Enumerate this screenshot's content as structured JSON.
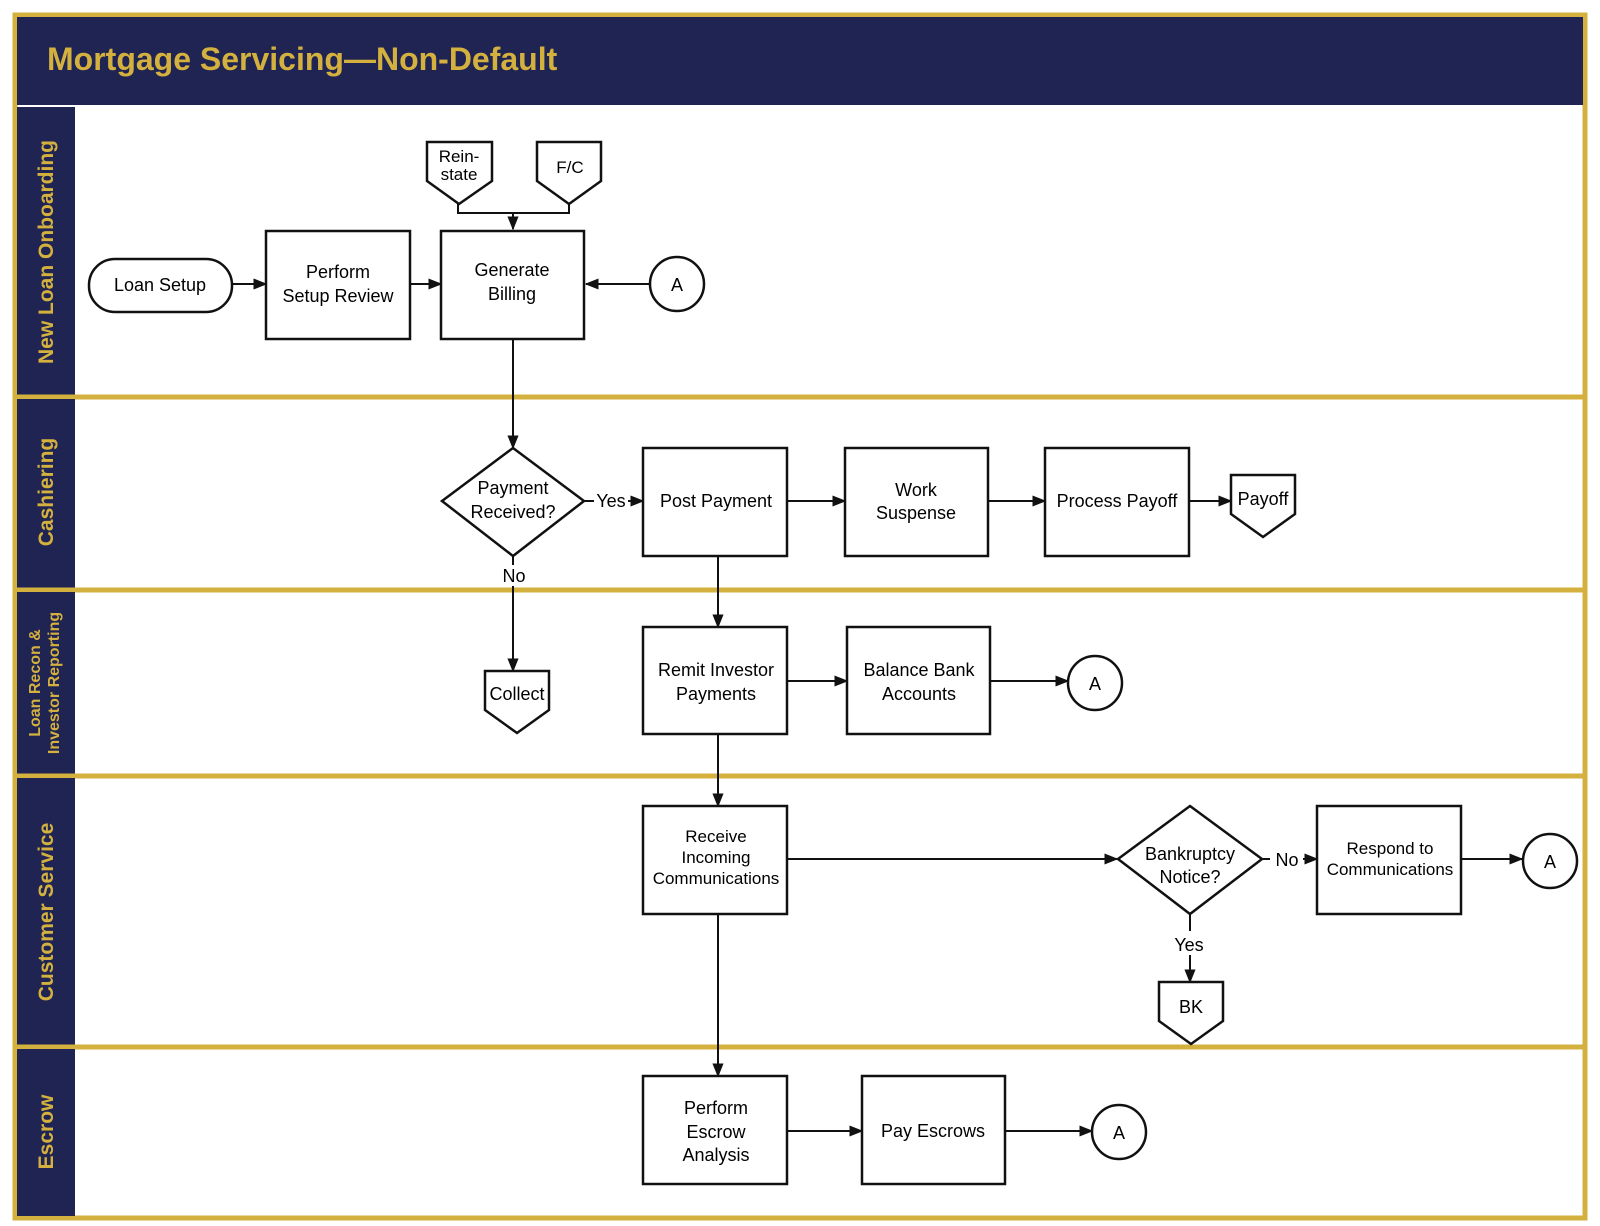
{
  "title": "Mortgage Servicing—Non-Default",
  "colors": {
    "navy": "#1f2452",
    "gold": "#d4b13f",
    "stroke": "#111111"
  },
  "lanes": [
    {
      "id": "onboarding",
      "label": "New Loan Onboarding"
    },
    {
      "id": "cashiering",
      "label": "Cashiering"
    },
    {
      "id": "recon",
      "label_line1": "Loan Recon &",
      "label_line2": "Investor Reporting"
    },
    {
      "id": "service",
      "label": "Customer Service"
    },
    {
      "id": "escrow",
      "label": "Escrow"
    }
  ],
  "nodes": {
    "loan_setup": {
      "lines": [
        "Loan Setup"
      ]
    },
    "setup_review": {
      "lines": [
        "Perform",
        "Setup Review"
      ]
    },
    "generate_billing": {
      "lines": [
        "Generate",
        "Billing"
      ]
    },
    "reinstate": {
      "lines": [
        "Rein-",
        "state"
      ]
    },
    "fc": {
      "lines": [
        "F/C"
      ]
    },
    "connector_a1": {
      "lines": [
        "A"
      ]
    },
    "payment_received": {
      "lines": [
        "Payment",
        "Received?"
      ]
    },
    "post_payment": {
      "lines": [
        "Post Payment"
      ]
    },
    "work_suspense": {
      "lines": [
        "Work",
        "Suspense"
      ]
    },
    "process_payoff": {
      "lines": [
        "Process Payoff"
      ]
    },
    "payoff": {
      "lines": [
        "Payoff"
      ]
    },
    "collect": {
      "lines": [
        "Collect"
      ]
    },
    "remit_investor": {
      "lines": [
        "Remit Investor",
        "Payments"
      ]
    },
    "balance_bank": {
      "lines": [
        "Balance Bank",
        "Accounts"
      ]
    },
    "connector_a2": {
      "lines": [
        "A"
      ]
    },
    "receive_comms": {
      "lines": [
        "Receive",
        "Incoming",
        "Communications"
      ]
    },
    "bankruptcy_notice": {
      "lines": [
        "Bankruptcy",
        "Notice?"
      ]
    },
    "respond_comms": {
      "lines": [
        "Respond to",
        "Communications"
      ]
    },
    "connector_a3": {
      "lines": [
        "A"
      ]
    },
    "bk": {
      "lines": [
        "BK"
      ]
    },
    "escrow_analysis": {
      "lines": [
        "Perform",
        "Escrow",
        "Analysis"
      ]
    },
    "pay_escrows": {
      "lines": [
        "Pay Escrows"
      ]
    },
    "connector_a4": {
      "lines": [
        "A"
      ]
    }
  },
  "edge_labels": {
    "yes1": "Yes",
    "no1": "No",
    "no2": "No",
    "yes2": "Yes"
  }
}
